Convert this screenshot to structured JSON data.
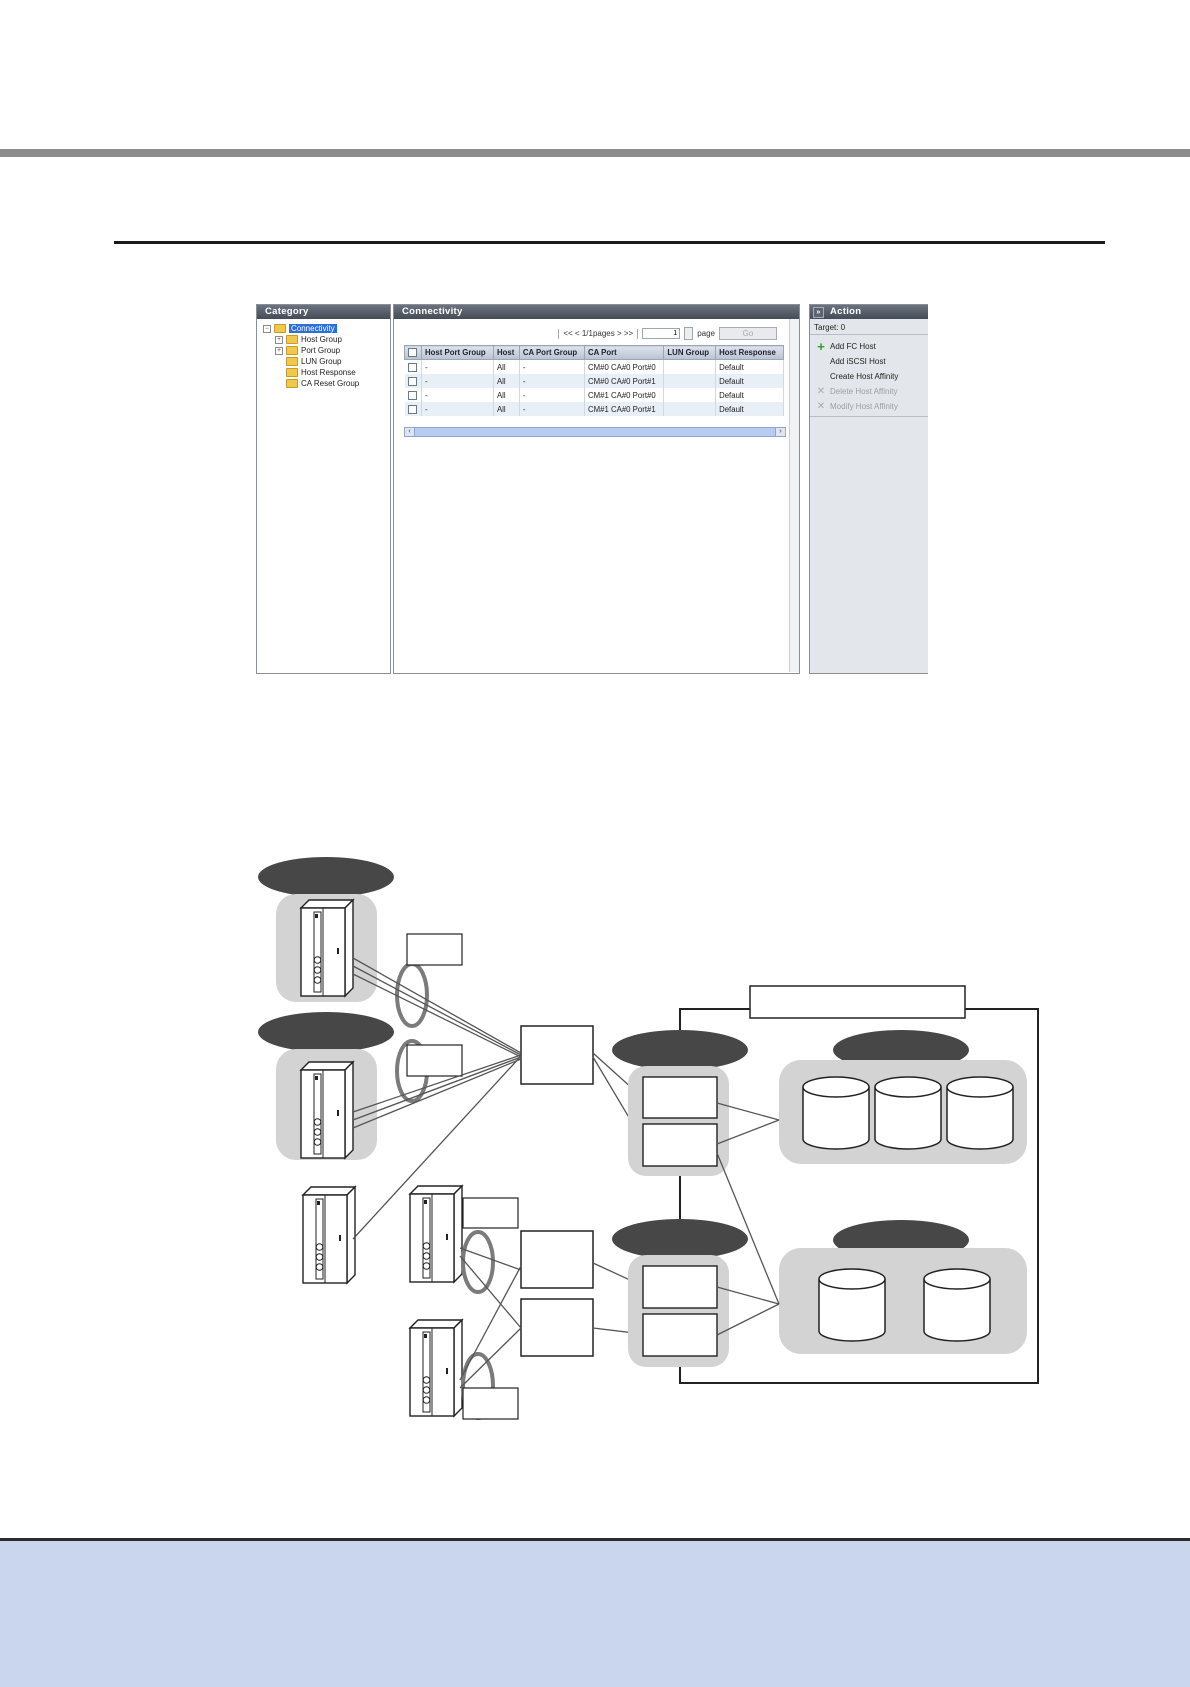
{
  "gui": {
    "category_panel": {
      "title": "Category",
      "tree": [
        {
          "label": "Connectivity",
          "expander": "−",
          "selected": true
        },
        {
          "label": "Host Group",
          "expander": "+"
        },
        {
          "label": "Port Group",
          "expander": "+"
        },
        {
          "label": "LUN Group",
          "expander": ""
        },
        {
          "label": "Host Response",
          "expander": ""
        },
        {
          "label": "CA Reset Group",
          "expander": ""
        }
      ]
    },
    "connectivity_panel": {
      "title": "Connectivity",
      "pager": {
        "text": "<< < 1/1pages > >>",
        "page_value": "1",
        "page_label": "page",
        "go_label": "Go"
      },
      "columns": [
        "Host Port Group",
        "Host",
        "CA Port Group",
        "CA Port",
        "LUN Group",
        "Host Response"
      ],
      "rows": [
        [
          "-",
          "All",
          "-",
          "CM#0 CA#0 Port#0",
          "",
          "Default"
        ],
        [
          "-",
          "All",
          "-",
          "CM#0 CA#0 Port#1",
          "",
          "Default"
        ],
        [
          "-",
          "All",
          "-",
          "CM#1 CA#0 Port#0",
          "",
          "Default"
        ],
        [
          "-",
          "All",
          "-",
          "CM#1 CA#0 Port#1",
          "",
          "Default"
        ]
      ]
    },
    "action_panel": {
      "title": "Action",
      "target": "Target: 0",
      "items": [
        {
          "label": "Add FC Host",
          "icon": "plus-icon",
          "enabled": true
        },
        {
          "label": "Add iSCSI Host",
          "icon": "",
          "enabled": true
        },
        {
          "label": "Create Host Affinity",
          "icon": "",
          "enabled": true
        },
        {
          "label": "Delete Host Affinity",
          "icon": "delete-icon",
          "enabled": false
        },
        {
          "label": "Modify Host Affinity",
          "icon": "modify-icon",
          "enabled": false
        }
      ]
    }
  },
  "colors": {
    "header_bar": "#8c8c8c",
    "footer": "#c9d6ee",
    "group_label": "#474747",
    "group_bg": "#d3d3d3"
  }
}
